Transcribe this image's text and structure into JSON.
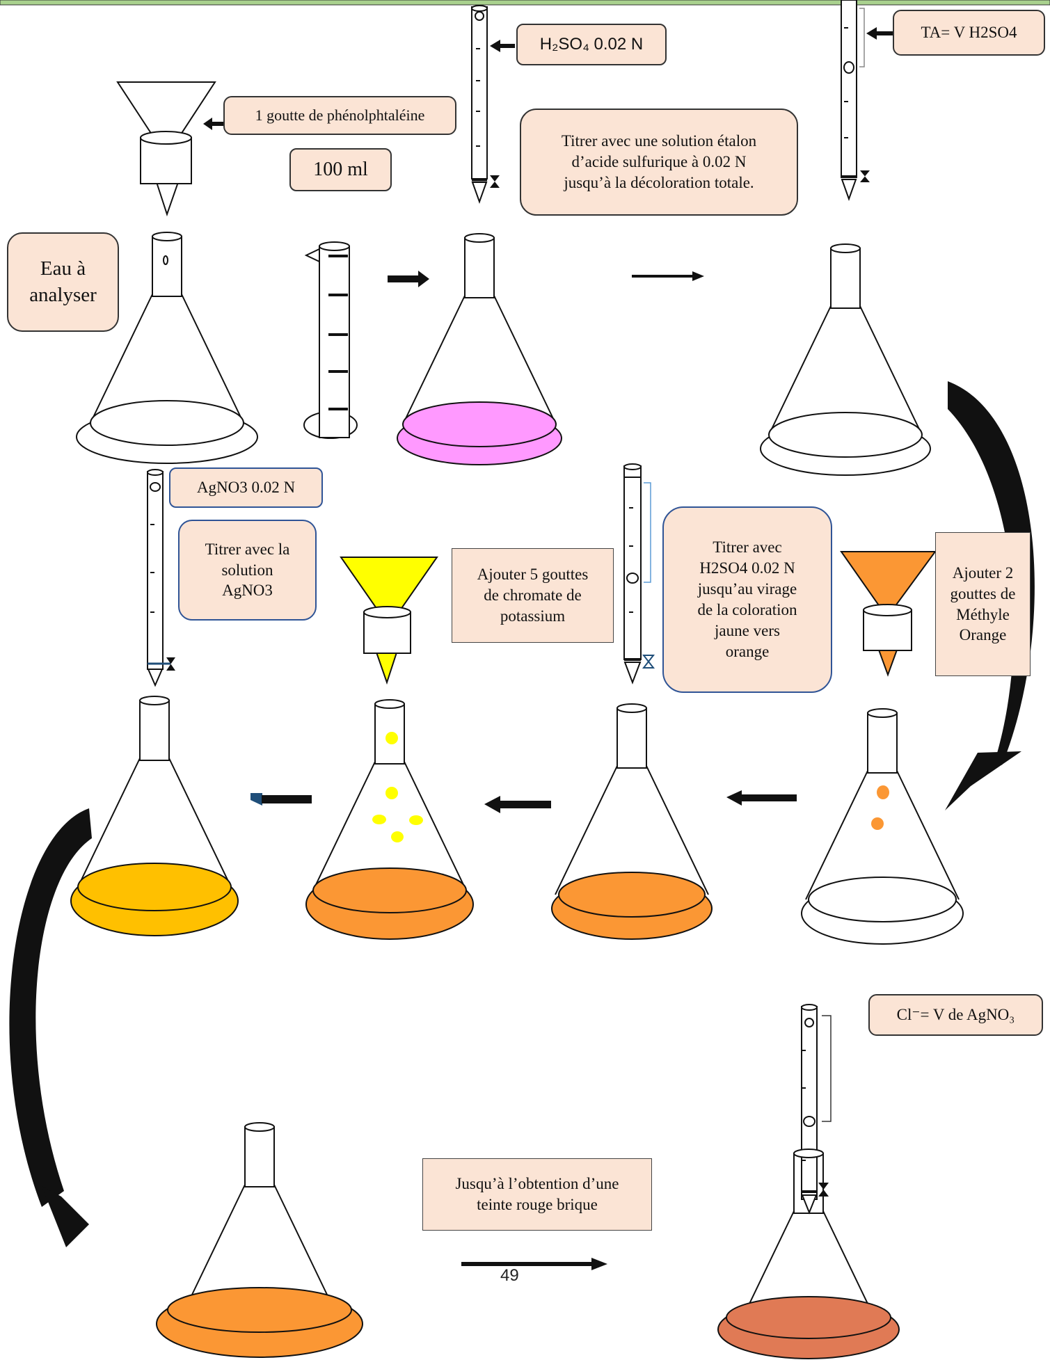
{
  "labels": {
    "h2so4_reagent": "H₂SO₄ 0.02 N",
    "ta_result": "TA= V H2SO4",
    "phenol_drop": "1 goutte de phénolphtaléine",
    "volume_100": "100 ml",
    "titrate_h2so4_pink": "Titrer avec une solution étalon\nd’acide sulfurique à 0.02 N\njusqu’à la décoloration totale.",
    "water_sample": "Eau à\nanalyser",
    "agno3_reagent": "AgNO3 0.02 N",
    "titrate_agno3": "Titrer avec la\nsolution\nAgNO3",
    "add_chromate": "Ajouter 5 gouttes\nde chromate de\npotassium",
    "titrate_h2so4_orange": "Titrer avec\nH2SO4 0.02 N\njusqu’au virage\nde la coloration\njaune vers\norange",
    "add_methyl_orange": "Ajouter 2\ngouttes de\nMéthyle\nOrange",
    "cl_result": "Cl⁻= V de AgNO₃",
    "brick_red": "Jusqu’à l’obtention d’une\nteinte rouge brique",
    "page_number": "49"
  },
  "colors": {
    "pink": "#ff99ff",
    "orange": "#fb9734",
    "gold": "#ffc000",
    "brick": "#e07a55",
    "yellow": "#ffff00",
    "label_fill": "#fbe4d5",
    "top_bar": "#a9d18e"
  }
}
